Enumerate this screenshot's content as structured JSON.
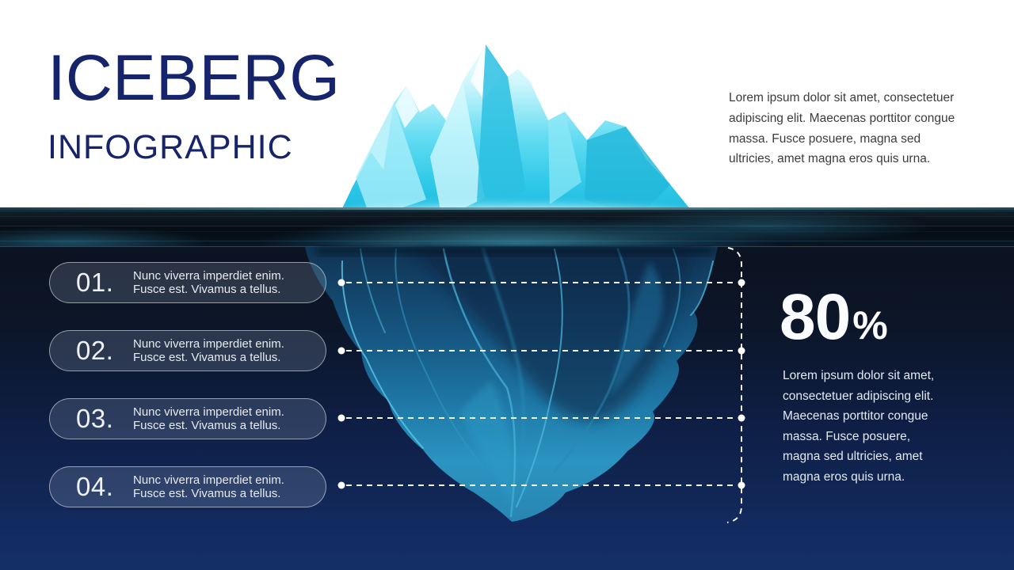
{
  "header": {
    "title": "ICEBERG",
    "subtitle": "INFOGRAPHIC"
  },
  "intro_paragraph": "Lorem ipsum dolor sit amet, consectetuer adipiscing elit. Maecenas porttitor congue massa. Fusce posuere, magna sed ultricies, amet magna eros quis urna.",
  "list": {
    "items": [
      {
        "number": "01.",
        "line1": "Nunc viverra imperdiet enim.",
        "line2": "Fusce est. Vivamus a tellus."
      },
      {
        "number": "02.",
        "line1": "Nunc viverra imperdiet enim.",
        "line2": "Fusce est. Vivamus a tellus."
      },
      {
        "number": "03.",
        "line1": "Nunc viverra imperdiet enim.",
        "line2": "Fusce est. Vivamus a tellus."
      },
      {
        "number": "04.",
        "line1": "Nunc viverra imperdiet enim.",
        "line2": "Fusce est. Vivamus a tellus."
      }
    ]
  },
  "stat": {
    "value": "80",
    "unit": "%",
    "description": "Lorem ipsum dolor sit amet, consectetuer adipiscing elit. Maecenas porttitor congue massa. Fusce posuere, magna sed ultricies, amet magna eros quis urna."
  },
  "colors": {
    "title_navy": "#16256b",
    "iceberg_cyan": "#35cbe9",
    "deep_bottom_blue": "#142f68",
    "water_surface_black": "#060c14",
    "connector_white": "#ffffff"
  }
}
